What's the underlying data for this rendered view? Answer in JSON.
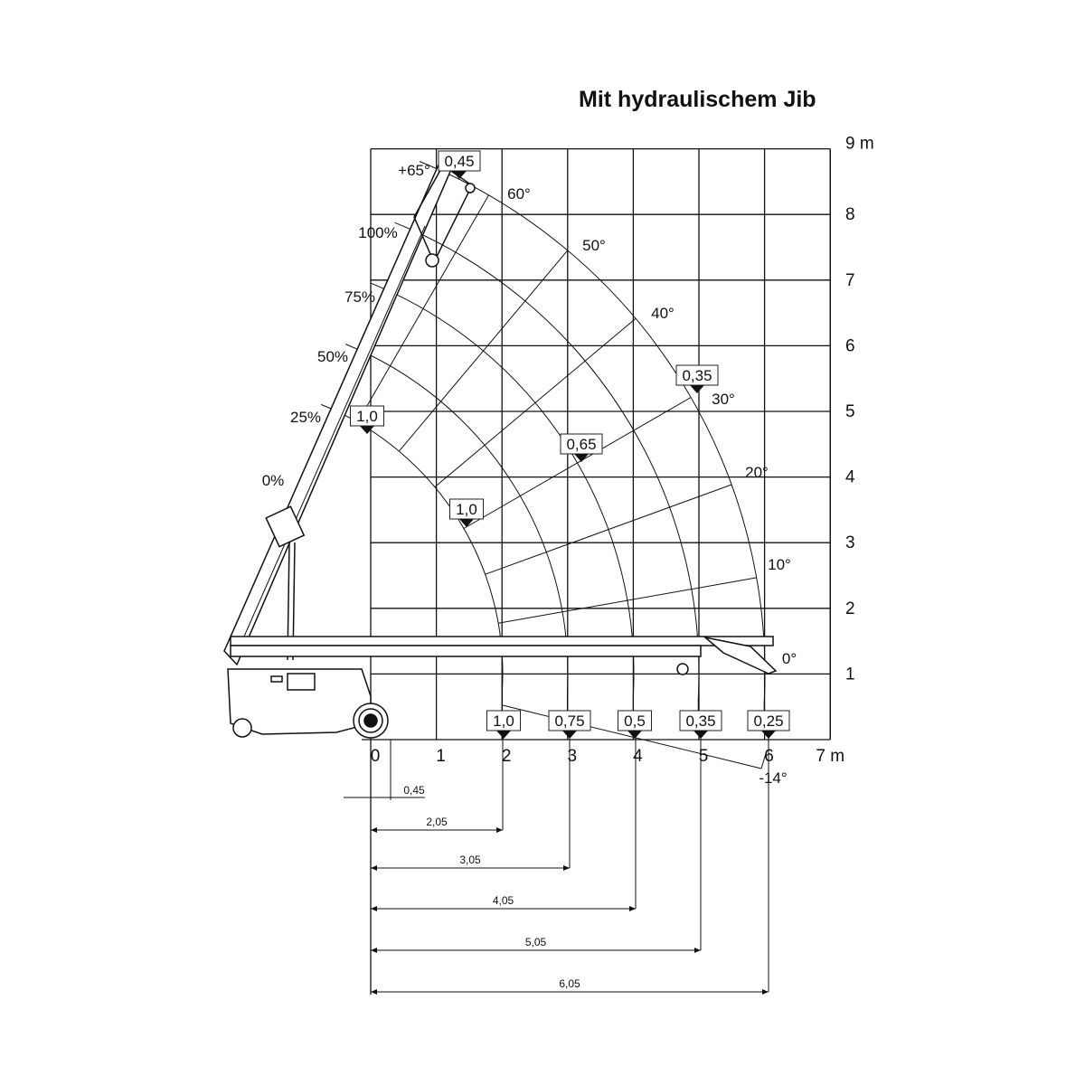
{
  "title": "Mit hydraulischem Jib",
  "chart_data": {
    "type": "load-chart",
    "title": "Mit hydraulischem Jib",
    "x_unit": "m",
    "y_unit": "m",
    "x_ticks": [
      "0",
      "1",
      "2",
      "3",
      "4",
      "5",
      "6",
      "7 m"
    ],
    "y_ticks": [
      "1",
      "2",
      "3",
      "4",
      "5",
      "6",
      "7",
      "8",
      "9 m"
    ],
    "xlim": [
      0,
      7
    ],
    "ylim": [
      0,
      9
    ],
    "boom_angles": [
      "+65°",
      "60°",
      "50°",
      "40°",
      "30°",
      "20°",
      "10°",
      "0°",
      "-14°"
    ],
    "extension": [
      "100%",
      "75%",
      "50%",
      "25%",
      "0%"
    ],
    "loads_t": {
      "top": "0,45",
      "inner_high": "1,0",
      "inner_mid": "1,0",
      "mid": "0,65",
      "outer": "0,35",
      "bottom": [
        "1,0",
        "0,75",
        "0,5",
        "0,35",
        "0,25"
      ]
    },
    "dimensions_m": [
      "0,45",
      "2,05",
      "3,05",
      "4,05",
      "5,05",
      "6,05"
    ]
  }
}
